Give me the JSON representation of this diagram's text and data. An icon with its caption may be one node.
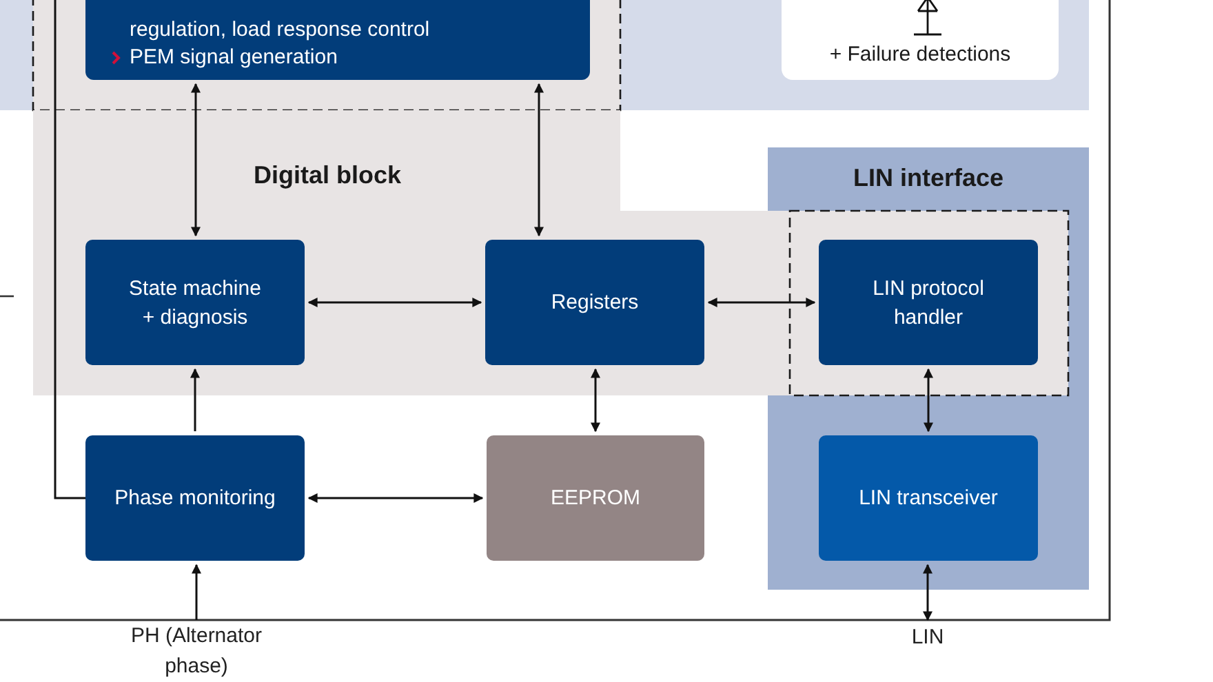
{
  "diagram": {
    "nodes": [
      {
        "text": [
          "regulation, load response control",
          "PEM signal generation"
        ]
      },
      {
        "text": [
          "+ Failure detections"
        ]
      },
      {
        "text": [
          "Digital block"
        ]
      },
      {
        "text": [
          "State machine + diagnosis"
        ],
        "in": 2
      },
      {
        "text": [
          "Registers"
        ],
        "in": 2
      },
      {
        "text": [
          "LIN interface"
        ]
      },
      {
        "text": [
          "LIN protocol handler"
        ]
      },
      {
        "text": [
          "Phase monitoring"
        ]
      },
      {
        "text": [
          "EEPROM"
        ]
      },
      {
        "text": [
          "LIN transceiver"
        ],
        "in": 5
      },
      {
        "text": [
          "PH (Alternator phase)"
        ]
      },
      {
        "text": [
          "LIN"
        ]
      }
    ],
    "edges": [
      {
        "from": 0,
        "to": 3,
        "arrow": "both"
      },
      {
        "from": 0,
        "to": 4,
        "arrow": "both"
      },
      {
        "from": 3,
        "to": 4,
        "arrow": "both"
      },
      {
        "from": 4,
        "to": 6,
        "arrow": "both"
      },
      {
        "from": 4,
        "to": 8,
        "arrow": "both"
      },
      {
        "from": 7,
        "to": 3,
        "arrow": "to"
      },
      {
        "from": 7,
        "to": 8,
        "arrow": "both"
      },
      {
        "from": 6,
        "to": 9,
        "arrow": "both"
      },
      {
        "from": 9,
        "to": 11,
        "arrow": "both"
      },
      {
        "from": 10,
        "to": 7,
        "arrow": "to"
      },
      {
        "from": 7,
        "to": null,
        "arrow": "none"
      }
    ]
  }
}
